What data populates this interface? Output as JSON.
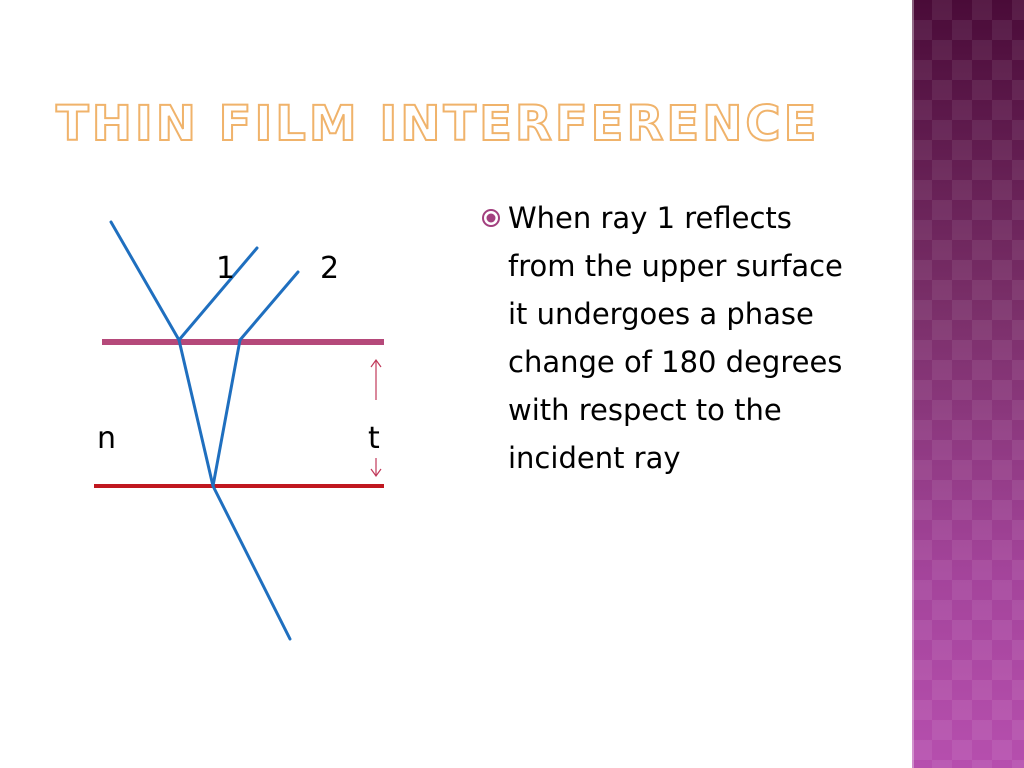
{
  "slide": {
    "title": "Thin film interference",
    "bullet_text": "When ray 1 reflects from the upper surface it undergoes a phase change of 180 degrees with respect to the incident ray"
  },
  "diagram": {
    "label_ray1": "1",
    "label_ray2": "2",
    "label_n": "n",
    "label_t": "t",
    "colors": {
      "rays": "#1f6fbf",
      "upper_surface": "#b5497a",
      "lower_surface": "#c0171f",
      "thickness_arrow": "#c0395a",
      "bullet": "#a3407f",
      "title_outline": "#f0b36b"
    }
  }
}
